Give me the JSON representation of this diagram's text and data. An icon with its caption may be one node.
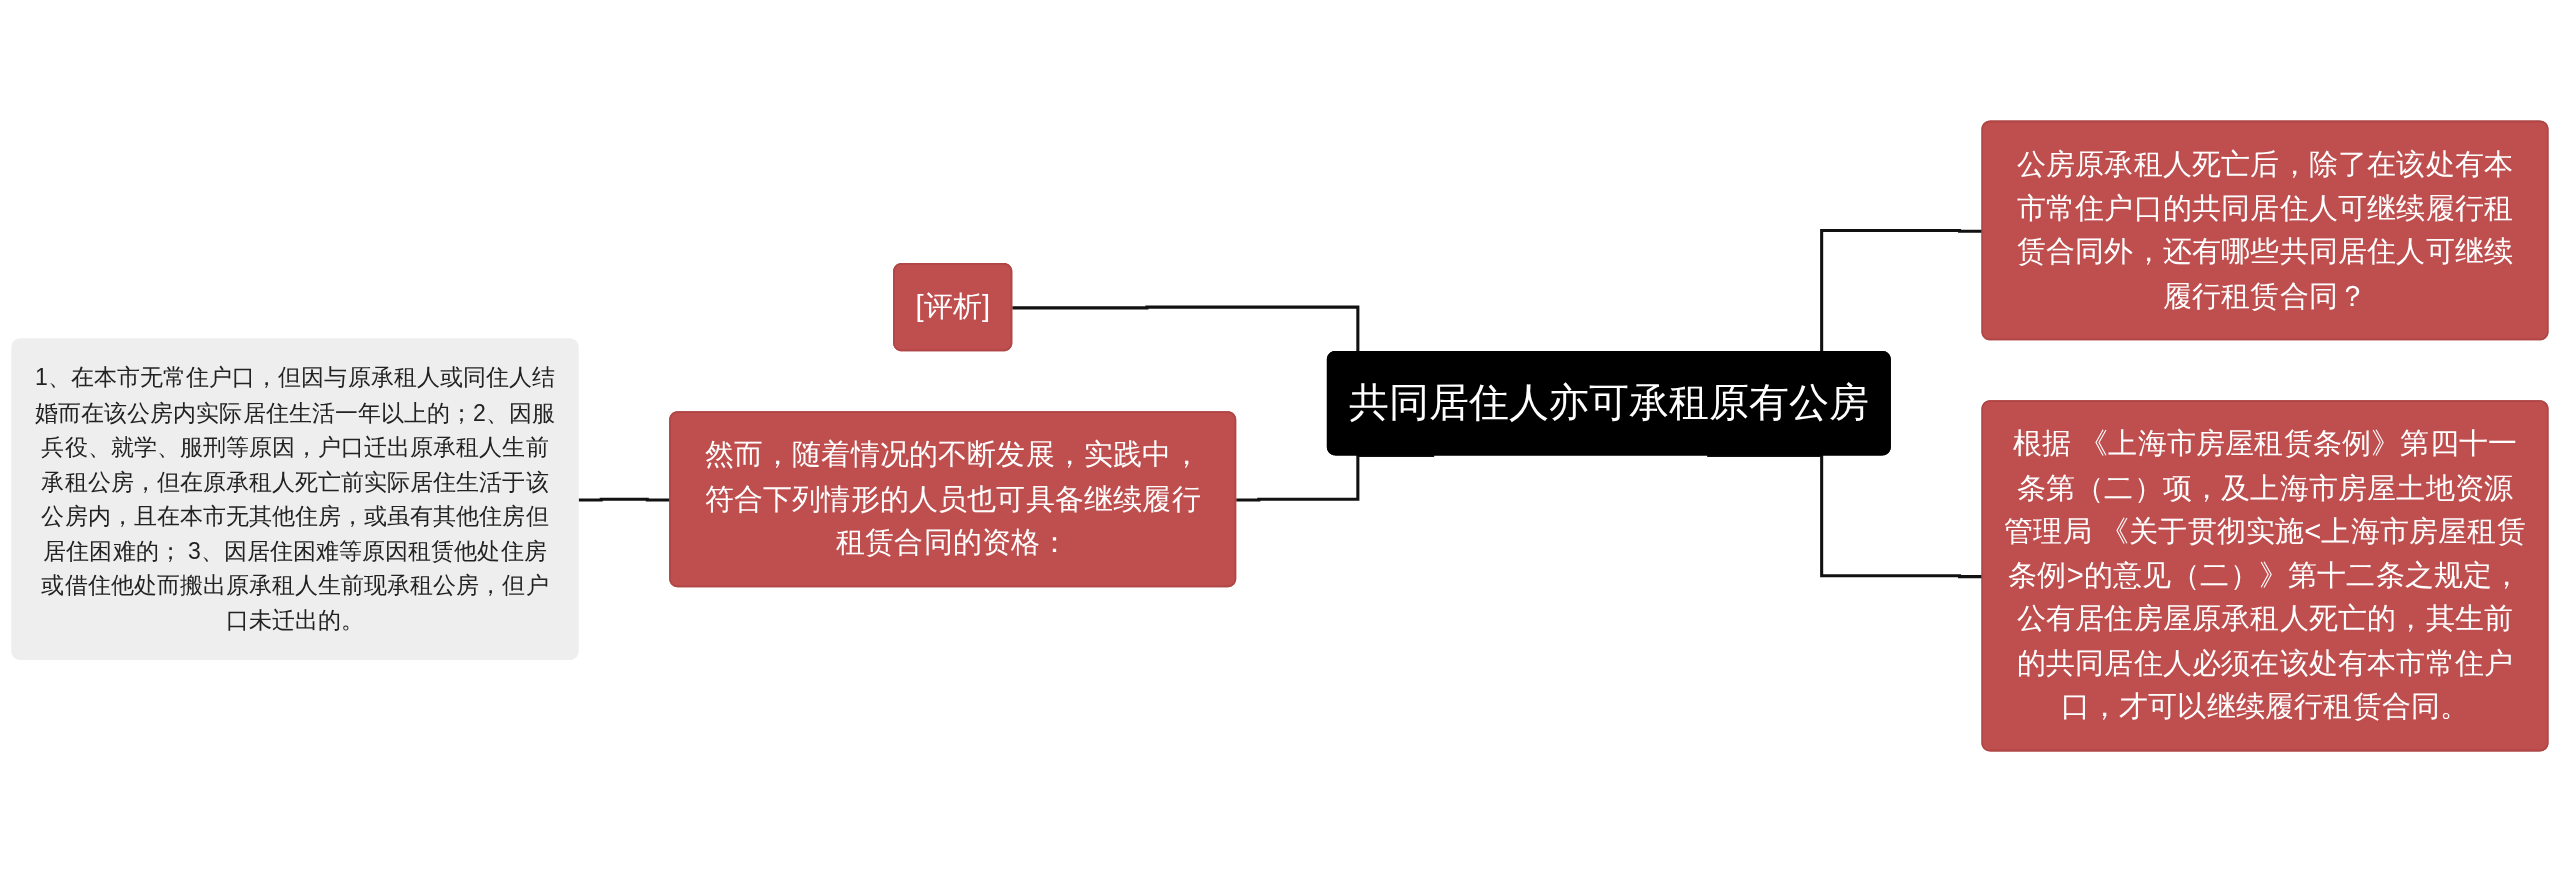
{
  "diagram": {
    "nodes": [
      {
        "text": [
          "共同居住人亦可承租原有公房"
        ]
      },
      {
        "text": [
          "公房原承租人死亡后，除了在该处有本市常住户口的共同居住人可继续履行租赁合同外，还有哪些共同居住人可继续履行租赁合同？"
        ]
      },
      {
        "text": [
          "根据 《上海市房屋租赁条例》第四十一条第（二）项，及上海市房屋土地资源管理局 《关于贯彻实施<上海市房屋租赁条例>的意见（二）》第十二条之规定，公有居住房屋原承租人死亡的，其生前的共同居住人必须在该处有本市常住户口，才可以继续履行租赁合同。"
        ]
      },
      {
        "text": [
          "[评析]"
        ]
      },
      {
        "text": [
          "然而，随着情况的不断发展，实践中，符合下列情形的人员也可具备继续履行租赁合同的资格："
        ]
      },
      {
        "text": [
          "1、在本市无常住户口，但因与原承租人或同住人结婚而在该公房内实际居住生活一年以上的；2、因服兵役、就学、服刑等原因，户口迁出原承租人生前承租公房，但在原承租人死亡前实际居住生活于该公房内，且在本市无其他住房，或虽有其他住房但居住困难的； 3、因居住困难等原因租赁他处住房或借住他处而搬出原承租人生前现承租公房，但户口未迁出的。"
        ]
      }
    ],
    "edges": [
      {
        "from": 3,
        "to": 0,
        "arrow": "none"
      },
      {
        "from": 4,
        "to": 0,
        "arrow": "none"
      },
      {
        "from": 5,
        "to": 4,
        "arrow": "none"
      },
      {
        "from": 0,
        "to": 1,
        "arrow": "none"
      },
      {
        "from": 0,
        "to": 2,
        "arrow": "none"
      }
    ]
  }
}
